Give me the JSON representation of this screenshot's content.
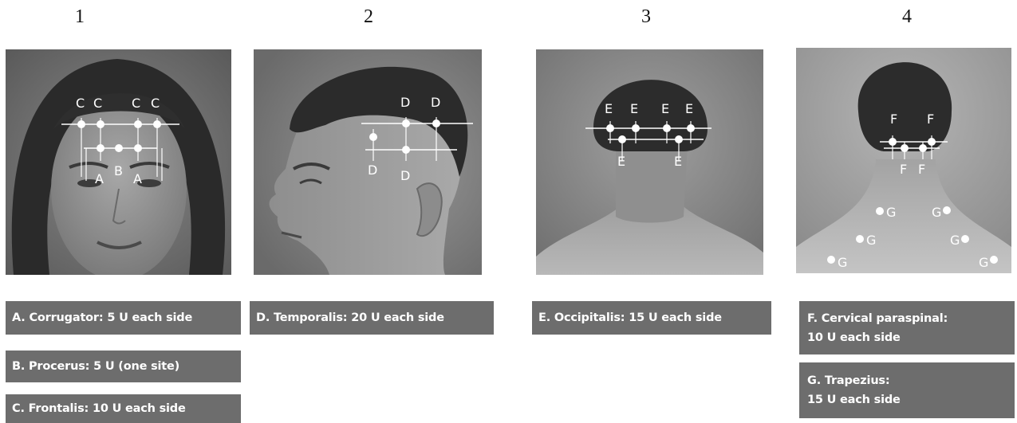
{
  "panel_numbers": [
    "1",
    "2",
    "3",
    "4"
  ],
  "panels": {
    "p1": {
      "markers": [
        "C",
        "C",
        "C",
        "C",
        "A",
        "B",
        "A"
      ]
    },
    "p2": {
      "markers": [
        "D",
        "D",
        "D",
        "D"
      ]
    },
    "p3": {
      "markers": [
        "E",
        "E",
        "E",
        "E",
        "E",
        "E"
      ]
    },
    "p4": {
      "markers": [
        "F",
        "F",
        "F",
        "F",
        "G",
        "G",
        "G",
        "G",
        "G",
        "G"
      ]
    }
  },
  "labels": {
    "a": "A. Corrugator:  5  U each side",
    "b": "B. Procerus: 5 U (one site)",
    "c": "C. Frontalis: 10  U each side",
    "d": "D. Temporalis: 20 U each side",
    "e": "E. Occipitalis: 15  U each side",
    "f_line1": "F.  Cervical paraspinal:",
    "f_line2": "10 U each side",
    "g_line1": "G. Trapezius:",
    "g_line2": "15 U each side"
  },
  "colors": {
    "label_background": "#6d6d6d",
    "label_text": "#ffffff",
    "marker_dot": "#ffffff"
  }
}
